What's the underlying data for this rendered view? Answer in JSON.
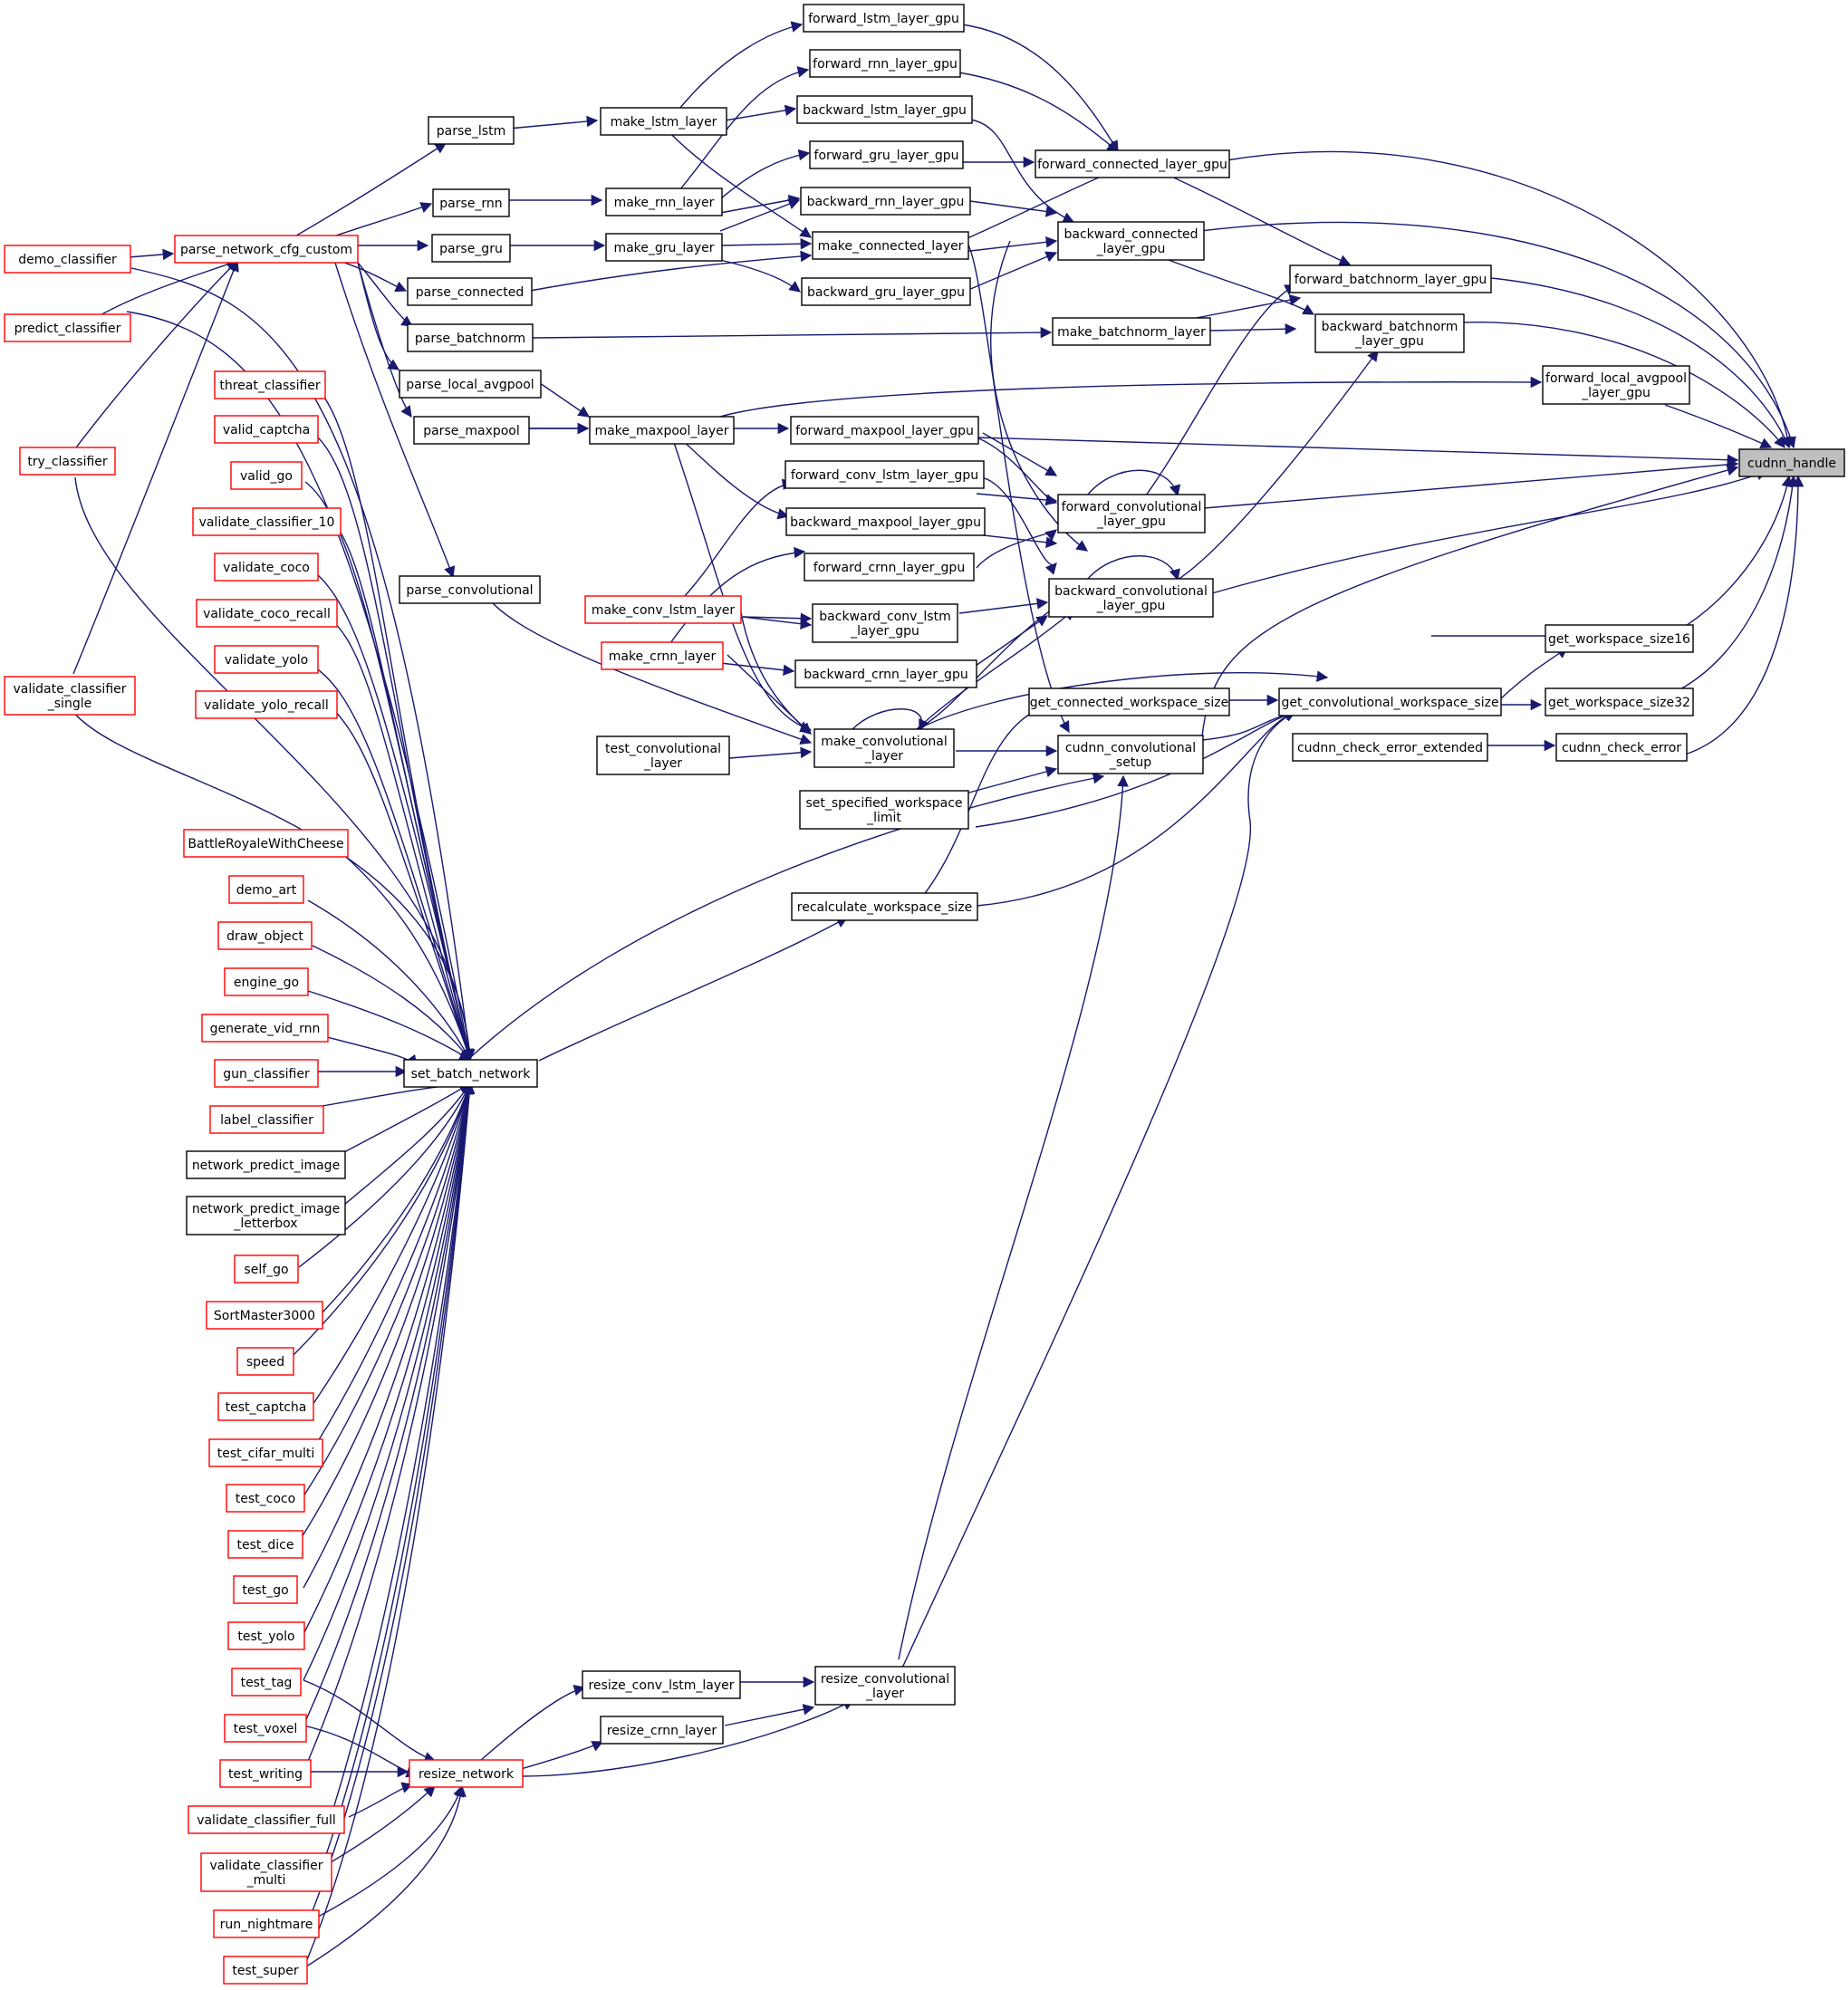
{
  "colors": {
    "edge": "#191970",
    "node_border_black": "#000000",
    "node_border_red": "#ff0000",
    "node_fill": "#ffffff",
    "root_fill": "#bfbfbf"
  },
  "nodes": [
    {
      "id": "cudnn_handle",
      "label": [
        "cudnn_handle"
      ],
      "style": "root"
    },
    {
      "id": "forward_lstm_layer_gpu",
      "label": [
        "forward_lstm_layer_gpu"
      ],
      "style": "black"
    },
    {
      "id": "forward_rnn_layer_gpu",
      "label": [
        "forward_rnn_layer_gpu"
      ],
      "style": "black"
    },
    {
      "id": "backward_lstm_layer_gpu",
      "label": [
        "backward_lstm_layer_gpu"
      ],
      "style": "black"
    },
    {
      "id": "make_lstm_layer",
      "label": [
        "make_lstm_layer"
      ],
      "style": "black"
    },
    {
      "id": "parse_lstm",
      "label": [
        "parse_lstm"
      ],
      "style": "black"
    },
    {
      "id": "forward_gru_layer_gpu",
      "label": [
        "forward_gru_layer_gpu"
      ],
      "style": "black"
    },
    {
      "id": "forward_connected_layer_gpu",
      "label": [
        "forward_connected_layer_gpu"
      ],
      "style": "black"
    },
    {
      "id": "parse_rnn",
      "label": [
        "parse_rnn"
      ],
      "style": "black"
    },
    {
      "id": "make_rnn_layer",
      "label": [
        "make_rnn_layer"
      ],
      "style": "black"
    },
    {
      "id": "backward_rnn_layer_gpu",
      "label": [
        "backward_rnn_layer_gpu"
      ],
      "style": "black"
    },
    {
      "id": "backward_connected_layer_gpu",
      "label": [
        "backward_connected",
        "_layer_gpu"
      ],
      "style": "black"
    },
    {
      "id": "demo_classifier",
      "label": [
        "demo_classifier"
      ],
      "style": "red"
    },
    {
      "id": "parse_network_cfg_custom",
      "label": [
        "parse_network_cfg_custom"
      ],
      "style": "red"
    },
    {
      "id": "parse_gru",
      "label": [
        "parse_gru"
      ],
      "style": "black"
    },
    {
      "id": "make_gru_layer",
      "label": [
        "make_gru_layer"
      ],
      "style": "black"
    },
    {
      "id": "make_connected_layer",
      "label": [
        "make_connected_layer"
      ],
      "style": "black"
    },
    {
      "id": "forward_batchnorm_layer_gpu",
      "label": [
        "forward_batchnorm_layer_gpu"
      ],
      "style": "black"
    },
    {
      "id": "parse_connected",
      "label": [
        "parse_connected"
      ],
      "style": "black"
    },
    {
      "id": "backward_gru_layer_gpu",
      "label": [
        "backward_gru_layer_gpu"
      ],
      "style": "black"
    },
    {
      "id": "predict_classifier",
      "label": [
        "predict_classifier"
      ],
      "style": "red"
    },
    {
      "id": "parse_batchnorm",
      "label": [
        "parse_batchnorm"
      ],
      "style": "black"
    },
    {
      "id": "make_batchnorm_layer",
      "label": [
        "make_batchnorm_layer"
      ],
      "style": "black"
    },
    {
      "id": "backward_batchnorm_layer_gpu",
      "label": [
        "backward_batchnorm",
        "_layer_gpu"
      ],
      "style": "black"
    },
    {
      "id": "threat_classifier",
      "label": [
        "threat_classifier"
      ],
      "style": "red"
    },
    {
      "id": "parse_local_avgpool",
      "label": [
        "parse_local_avgpool"
      ],
      "style": "black"
    },
    {
      "id": "forward_local_avgpool_layer_gpu",
      "label": [
        "forward_local_avgpool",
        "_layer_gpu"
      ],
      "style": "black"
    },
    {
      "id": "valid_captcha",
      "label": [
        "valid_captcha"
      ],
      "style": "red"
    },
    {
      "id": "parse_maxpool",
      "label": [
        "parse_maxpool"
      ],
      "style": "black"
    },
    {
      "id": "make_maxpool_layer",
      "label": [
        "make_maxpool_layer"
      ],
      "style": "black"
    },
    {
      "id": "forward_maxpool_layer_gpu",
      "label": [
        "forward_maxpool_layer_gpu"
      ],
      "style": "black"
    },
    {
      "id": "try_classifier",
      "label": [
        "try_classifier"
      ],
      "style": "red"
    },
    {
      "id": "valid_go",
      "label": [
        "valid_go"
      ],
      "style": "red"
    },
    {
      "id": "forward_conv_lstm_layer_gpu",
      "label": [
        "forward_conv_lstm_layer_gpu"
      ],
      "style": "black"
    },
    {
      "id": "forward_convolutional_layer_gpu",
      "label": [
        "forward_convolutional",
        "_layer_gpu"
      ],
      "style": "black"
    },
    {
      "id": "validate_classifier_10",
      "label": [
        "validate_classifier_10"
      ],
      "style": "red"
    },
    {
      "id": "backward_maxpool_layer_gpu",
      "label": [
        "backward_maxpool_layer_gpu"
      ],
      "style": "black"
    },
    {
      "id": "validate_coco",
      "label": [
        "validate_coco"
      ],
      "style": "red"
    },
    {
      "id": "forward_crnn_layer_gpu",
      "label": [
        "forward_crnn_layer_gpu"
      ],
      "style": "black"
    },
    {
      "id": "parse_convolutional",
      "label": [
        "parse_convolutional"
      ],
      "style": "black"
    },
    {
      "id": "backward_convolutional_layer_gpu",
      "label": [
        "backward_convolutional",
        "_layer_gpu"
      ],
      "style": "black"
    },
    {
      "id": "make_conv_lstm_layer",
      "label": [
        "make_conv_lstm_layer"
      ],
      "style": "red"
    },
    {
      "id": "validate_coco_recall",
      "label": [
        "validate_coco_recall"
      ],
      "style": "red"
    },
    {
      "id": "backward_conv_lstm_layer_gpu",
      "label": [
        "backward_conv_lstm",
        "_layer_gpu"
      ],
      "style": "black"
    },
    {
      "id": "get_workspace_size16",
      "label": [
        "get_workspace_size16"
      ],
      "style": "black"
    },
    {
      "id": "validate_yolo",
      "label": [
        "validate_yolo"
      ],
      "style": "red"
    },
    {
      "id": "make_crnn_layer",
      "label": [
        "make_crnn_layer"
      ],
      "style": "red"
    },
    {
      "id": "backward_crnn_layer_gpu",
      "label": [
        "backward_crnn_layer_gpu"
      ],
      "style": "black"
    },
    {
      "id": "validate_classifier_single",
      "label": [
        "validate_classifier",
        "_single"
      ],
      "style": "red"
    },
    {
      "id": "get_connected_workspace_size",
      "label": [
        "get_connected_workspace_size"
      ],
      "style": "black"
    },
    {
      "id": "get_convolutional_workspace_size",
      "label": [
        "get_convolutional_workspace_size"
      ],
      "style": "black"
    },
    {
      "id": "get_workspace_size32",
      "label": [
        "get_workspace_size32"
      ],
      "style": "black"
    },
    {
      "id": "validate_yolo_recall",
      "label": [
        "validate_yolo_recall"
      ],
      "style": "red"
    },
    {
      "id": "make_convolutional_layer",
      "label": [
        "make_convolutional",
        "_layer"
      ],
      "style": "black"
    },
    {
      "id": "test_convolutional_layer",
      "label": [
        "test_convolutional",
        "_layer"
      ],
      "style": "black"
    },
    {
      "id": "cudnn_convolutional_setup",
      "label": [
        "cudnn_convolutional",
        "_setup"
      ],
      "style": "black"
    },
    {
      "id": "cudnn_check_error_extended",
      "label": [
        "cudnn_check_error_extended"
      ],
      "style": "black"
    },
    {
      "id": "cudnn_check_error",
      "label": [
        "cudnn_check_error"
      ],
      "style": "black"
    },
    {
      "id": "set_specified_workspace_limit",
      "label": [
        "set_specified_workspace",
        "_limit"
      ],
      "style": "black"
    },
    {
      "id": "BattleRoyaleWithCheese",
      "label": [
        "BattleRoyaleWithCheese"
      ],
      "style": "red"
    },
    {
      "id": "demo_art",
      "label": [
        "demo_art"
      ],
      "style": "red"
    },
    {
      "id": "recalculate_workspace_size",
      "label": [
        "recalculate_workspace_size"
      ],
      "style": "black"
    },
    {
      "id": "draw_object",
      "label": [
        "draw_object"
      ],
      "style": "red"
    },
    {
      "id": "engine_go",
      "label": [
        "engine_go"
      ],
      "style": "red"
    },
    {
      "id": "generate_vid_rnn",
      "label": [
        "generate_vid_rnn"
      ],
      "style": "red"
    },
    {
      "id": "gun_classifier",
      "label": [
        "gun_classifier"
      ],
      "style": "red"
    },
    {
      "id": "set_batch_network",
      "label": [
        "set_batch_network"
      ],
      "style": "black"
    },
    {
      "id": "label_classifier",
      "label": [
        "label_classifier"
      ],
      "style": "red"
    },
    {
      "id": "network_predict_image",
      "label": [
        "network_predict_image"
      ],
      "style": "black"
    },
    {
      "id": "network_predict_image_letterbox",
      "label": [
        "network_predict_image",
        "_letterbox"
      ],
      "style": "black"
    },
    {
      "id": "self_go",
      "label": [
        "self_go"
      ],
      "style": "red"
    },
    {
      "id": "SortMaster3000",
      "label": [
        "SortMaster3000"
      ],
      "style": "red"
    },
    {
      "id": "speed",
      "label": [
        "speed"
      ],
      "style": "red"
    },
    {
      "id": "test_captcha",
      "label": [
        "test_captcha"
      ],
      "style": "red"
    },
    {
      "id": "test_cifar_multi",
      "label": [
        "test_cifar_multi"
      ],
      "style": "red"
    },
    {
      "id": "test_coco",
      "label": [
        "test_coco"
      ],
      "style": "red"
    },
    {
      "id": "test_dice",
      "label": [
        "test_dice"
      ],
      "style": "red"
    },
    {
      "id": "test_go",
      "label": [
        "test_go"
      ],
      "style": "red"
    },
    {
      "id": "test_yolo",
      "label": [
        "test_yolo"
      ],
      "style": "red"
    },
    {
      "id": "resize_conv_lstm_layer",
      "label": [
        "resize_conv_lstm_layer"
      ],
      "style": "black"
    },
    {
      "id": "resize_convolutional_layer",
      "label": [
        "resize_convolutional",
        "_layer"
      ],
      "style": "black"
    },
    {
      "id": "test_tag",
      "label": [
        "test_tag"
      ],
      "style": "red"
    },
    {
      "id": "resize_crnn_layer",
      "label": [
        "resize_crnn_layer"
      ],
      "style": "black"
    },
    {
      "id": "test_voxel",
      "label": [
        "test_voxel"
      ],
      "style": "red"
    },
    {
      "id": "test_writing",
      "label": [
        "test_writing"
      ],
      "style": "red"
    },
    {
      "id": "resize_network",
      "label": [
        "resize_network"
      ],
      "style": "red"
    },
    {
      "id": "validate_classifier_full",
      "label": [
        "validate_classifier_full"
      ],
      "style": "red"
    },
    {
      "id": "validate_classifier_multi",
      "label": [
        "validate_classifier",
        "_multi"
      ],
      "style": "red"
    },
    {
      "id": "run_nightmare",
      "label": [
        "run_nightmare"
      ],
      "style": "red"
    },
    {
      "id": "test_super",
      "label": [
        "test_super"
      ],
      "style": "red"
    }
  ]
}
